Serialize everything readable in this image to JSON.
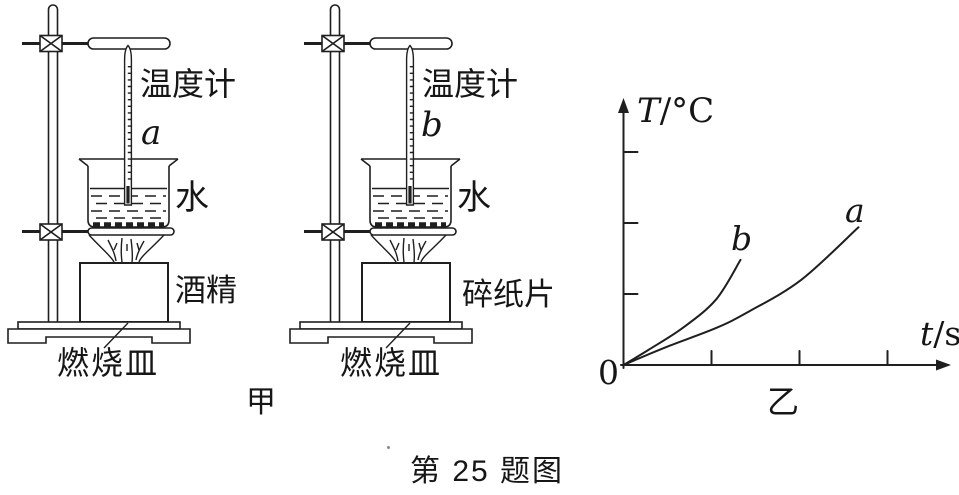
{
  "figure": {
    "caption": "第 25 题图",
    "setups": {
      "left": {
        "name": "甲",
        "thermometer_label": "温度计",
        "thermometer_id": "a",
        "water_label": "水",
        "fuel_label": "酒精",
        "dish_label": "燃烧皿"
      },
      "right": {
        "thermometer_label": "温度计",
        "thermometer_id": "b",
        "water_label": "水",
        "fuel_label": "碎纸片",
        "dish_label": "燃烧皿"
      }
    },
    "graph": {
      "name": "乙",
      "y_axis_symbol": "T",
      "y_axis_unit": "/°C",
      "x_axis_symbol": "t",
      "x_axis_unit": "/s",
      "origin_label": "0"
    }
  },
  "chart_data": {
    "type": "line",
    "title": "乙",
    "xlabel": "t/s",
    "ylabel": "T/°C",
    "origin_label": "0",
    "grid": false,
    "axis_tick_labels": "none (unlabeled qualitative ticks)",
    "x_ticks_unlabeled": [
      1,
      2,
      3
    ],
    "y_ticks_unlabeled": [
      1,
      2,
      3
    ],
    "legend": "curve labels drawn inline at curve ends",
    "series": [
      {
        "name": "b",
        "points": [
          [
            0,
            0
          ],
          [
            0.28,
            0.21
          ],
          [
            0.67,
            0.52
          ],
          [
            1.05,
            0.92
          ],
          [
            1.33,
            1.48
          ]
        ]
      },
      {
        "name": "a",
        "points": [
          [
            0,
            0
          ],
          [
            0.48,
            0.25
          ],
          [
            1.05,
            0.52
          ],
          [
            1.42,
            0.75
          ],
          [
            2.02,
            1.2
          ],
          [
            2.67,
            1.94
          ]
        ]
      }
    ]
  }
}
